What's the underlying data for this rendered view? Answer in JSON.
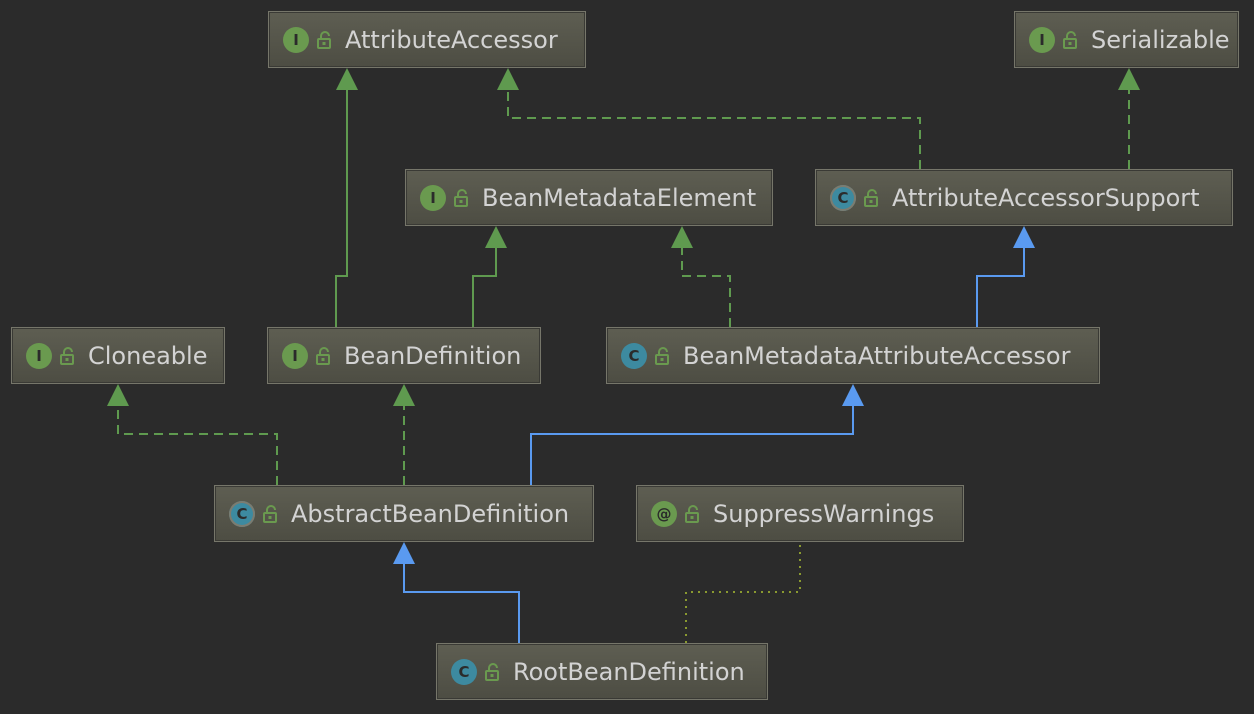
{
  "colors": {
    "background": "#2b2b2b",
    "implements_edge": "#5f9a4f",
    "extends_edge": "#5a9af0",
    "annotation_edge": "#8a9a30"
  },
  "nodes": [
    {
      "id": "AttributeAccessor",
      "label": "AttributeAccessor",
      "kind": "interface",
      "kind_glyph": "I"
    },
    {
      "id": "Serializable",
      "label": "Serializable",
      "kind": "interface",
      "kind_glyph": "I"
    },
    {
      "id": "BeanMetadataElement",
      "label": "BeanMetadataElement",
      "kind": "interface",
      "kind_glyph": "I"
    },
    {
      "id": "AttributeAccessorSupport",
      "label": "AttributeAccessorSupport",
      "kind": "abstract",
      "kind_glyph": "C"
    },
    {
      "id": "Cloneable",
      "label": "Cloneable",
      "kind": "interface",
      "kind_glyph": "I"
    },
    {
      "id": "BeanDefinition",
      "label": "BeanDefinition",
      "kind": "interface",
      "kind_glyph": "I"
    },
    {
      "id": "BeanMetadataAttributeAccessor",
      "label": "BeanMetadataAttributeAccessor",
      "kind": "class",
      "kind_glyph": "C"
    },
    {
      "id": "AbstractBeanDefinition",
      "label": "AbstractBeanDefinition",
      "kind": "abstract",
      "kind_glyph": "C"
    },
    {
      "id": "SuppressWarnings",
      "label": "SuppressWarnings",
      "kind": "annotation",
      "kind_glyph": "@"
    },
    {
      "id": "RootBeanDefinition",
      "label": "RootBeanDefinition",
      "kind": "class",
      "kind_glyph": "C"
    }
  ],
  "edges": [
    {
      "from": "BeanDefinition",
      "to": "AttributeAccessor",
      "type": "extends-interface"
    },
    {
      "from": "BeanDefinition",
      "to": "BeanMetadataElement",
      "type": "extends-interface"
    },
    {
      "from": "AttributeAccessorSupport",
      "to": "AttributeAccessor",
      "type": "implements"
    },
    {
      "from": "AttributeAccessorSupport",
      "to": "Serializable",
      "type": "implements"
    },
    {
      "from": "BeanMetadataAttributeAccessor",
      "to": "BeanMetadataElement",
      "type": "implements"
    },
    {
      "from": "BeanMetadataAttributeAccessor",
      "to": "AttributeAccessorSupport",
      "type": "extends"
    },
    {
      "from": "AbstractBeanDefinition",
      "to": "Cloneable",
      "type": "implements"
    },
    {
      "from": "AbstractBeanDefinition",
      "to": "BeanDefinition",
      "type": "implements"
    },
    {
      "from": "AbstractBeanDefinition",
      "to": "BeanMetadataAttributeAccessor",
      "type": "extends"
    },
    {
      "from": "RootBeanDefinition",
      "to": "AbstractBeanDefinition",
      "type": "extends"
    },
    {
      "from": "RootBeanDefinition",
      "to": "SuppressWarnings",
      "type": "annotated-with"
    }
  ]
}
